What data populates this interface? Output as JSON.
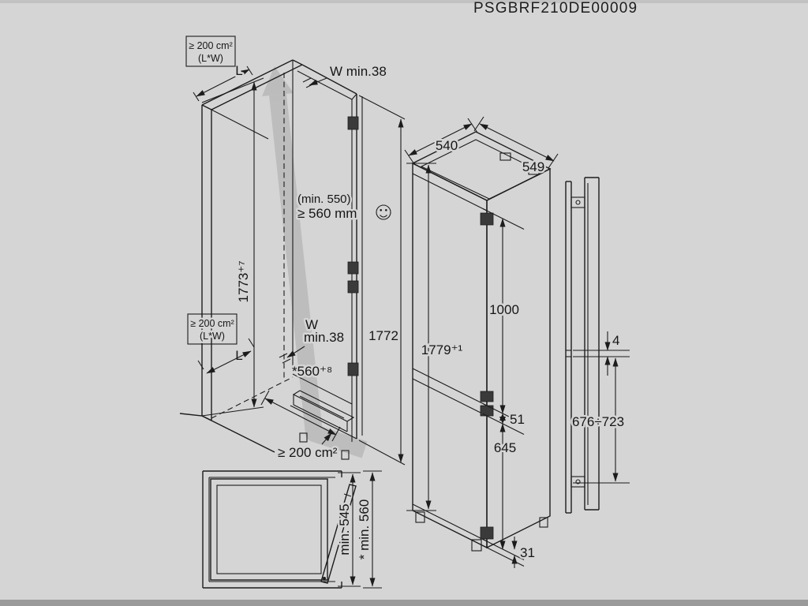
{
  "title": {
    "doc_code": "PSGBRF210DE00009"
  },
  "colors": {
    "background": "#d5d5d5",
    "line": "#1c1c1c",
    "airflow_arrow": "#a9a9a9"
  },
  "iso": {
    "top_clearance_line1": "≥ 200 cm²",
    "top_clearance_line2": "(L*W)",
    "length_top": "L",
    "width_top": "W min.38",
    "depth_note_line1": "(min. 550)",
    "depth_note_line2": "≥ 560 mm",
    "niche_height": "1773⁺⁷",
    "mid_clearance_line1": "≥ 200 cm²",
    "mid_clearance_line2": "(L*W)",
    "width_mid_line1": "W",
    "width_mid_line2": "min.38",
    "length_mid": "L",
    "niche_depth": "*560⁺⁸",
    "bottom_clearance": "≥ 200 cm²",
    "appliance_height": "1772"
  },
  "front": {
    "width": "540",
    "depth": "549",
    "height": "1779⁺¹",
    "upper_door": "1000",
    "hinge_gap": "51",
    "lower_door": "645",
    "plinth": "31"
  },
  "side": {
    "panel_gap": "4",
    "fixing_range": "676÷723"
  },
  "plan": {
    "niche_depth_min": "min. 545",
    "total_depth_min": "* min. 560"
  }
}
